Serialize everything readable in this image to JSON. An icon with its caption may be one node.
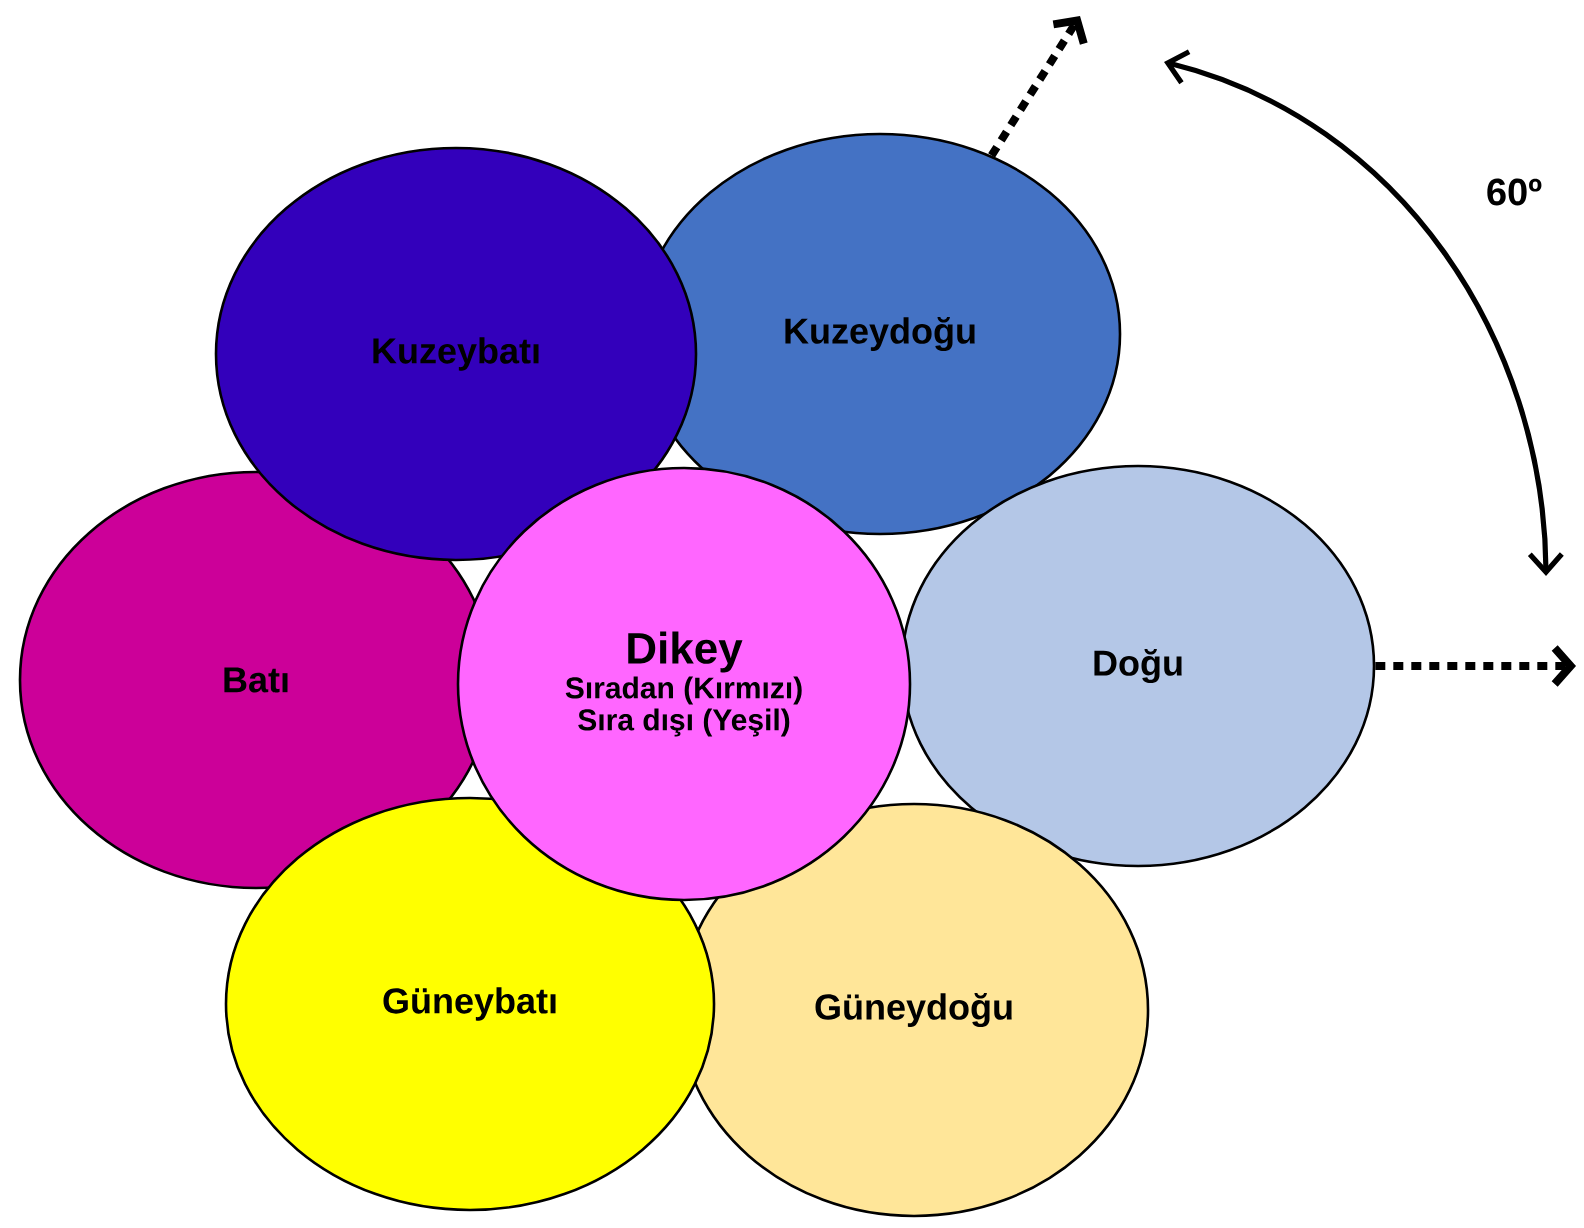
{
  "diagram": {
    "nodes": [
      {
        "text": [
          "Kuzeybatı"
        ]
      },
      {
        "text": [
          "Kuzeydoğu"
        ]
      },
      {
        "text": [
          "Batı"
        ]
      },
      {
        "text": [
          "Dikey",
          "Sıradan (Kırmızı)",
          "Sıra dışı (Yeşil)"
        ]
      },
      {
        "text": [
          "Doğu"
        ]
      },
      {
        "text": [
          "Güneybatı"
        ]
      },
      {
        "text": [
          "Güneydoğu"
        ]
      }
    ],
    "edges": [
      {
        "from": 1,
        "to": null,
        "arrow": "to",
        "style": "dashed"
      },
      {
        "from": 4,
        "to": null,
        "arrow": "to",
        "style": "dashed"
      }
    ],
    "labels": [
      "60º"
    ]
  }
}
